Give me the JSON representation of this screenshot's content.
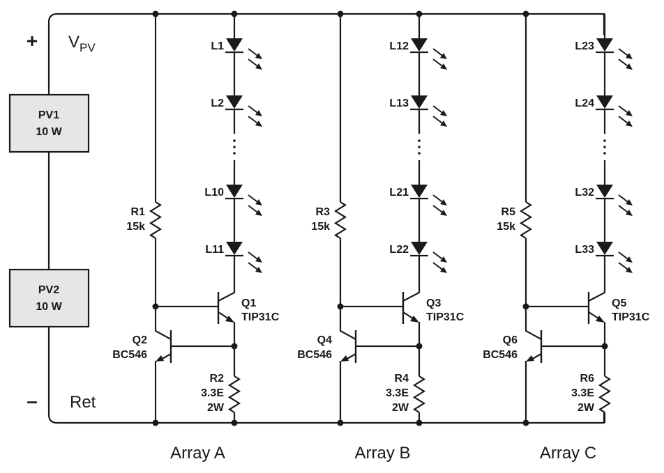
{
  "supply": {
    "plus_sign": "+",
    "minus_sign": "–",
    "vpv_main": "V",
    "vpv_sub": "PV",
    "ret_label": "Ret",
    "panels": [
      {
        "name": "PV1",
        "rating": "10 W"
      },
      {
        "name": "PV2",
        "rating": "10 W"
      }
    ],
    "panel_fill": "#e6e6e6"
  },
  "arrays": [
    {
      "label": "Array A",
      "leds": [
        "L1",
        "L2",
        "L10",
        "L11"
      ],
      "r_bias": {
        "ref": "R1",
        "value": "15k"
      },
      "q_power": {
        "ref": "Q1",
        "part": "TIP31C"
      },
      "q_sense": {
        "ref": "Q2",
        "part": "BC546"
      },
      "r_sense": {
        "ref": "R2",
        "value": "3.3E",
        "power": "2W"
      }
    },
    {
      "label": "Array B",
      "leds": [
        "L12",
        "L13",
        "L21",
        "L22"
      ],
      "r_bias": {
        "ref": "R3",
        "value": "15k"
      },
      "q_power": {
        "ref": "Q3",
        "part": "TIP31C"
      },
      "q_sense": {
        "ref": "Q4",
        "part": "BC546"
      },
      "r_sense": {
        "ref": "R4",
        "value": "3.3E",
        "power": "2W"
      }
    },
    {
      "label": "Array C",
      "leds": [
        "L23",
        "L24",
        "L32",
        "L33"
      ],
      "r_bias": {
        "ref": "R5",
        "value": "15k"
      },
      "q_power": {
        "ref": "Q5",
        "part": "TIP31C"
      },
      "q_sense": {
        "ref": "Q6",
        "part": "BC546"
      },
      "r_sense": {
        "ref": "R6",
        "value": "3.3E",
        "power": "2W"
      }
    }
  ],
  "colors": {
    "ink": "#1a1a1a"
  }
}
